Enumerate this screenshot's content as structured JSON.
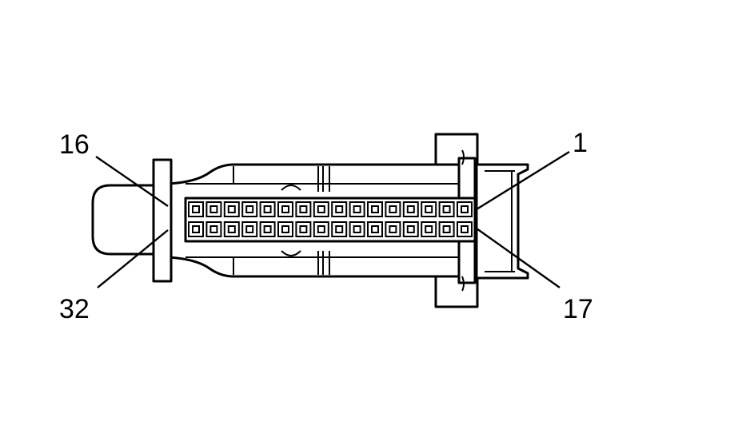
{
  "labels": {
    "top_left": "16",
    "bottom_left": "32",
    "top_right": "1",
    "bottom_right": "17"
  },
  "connector": {
    "cavities_per_row": 16,
    "rows": 2
  }
}
